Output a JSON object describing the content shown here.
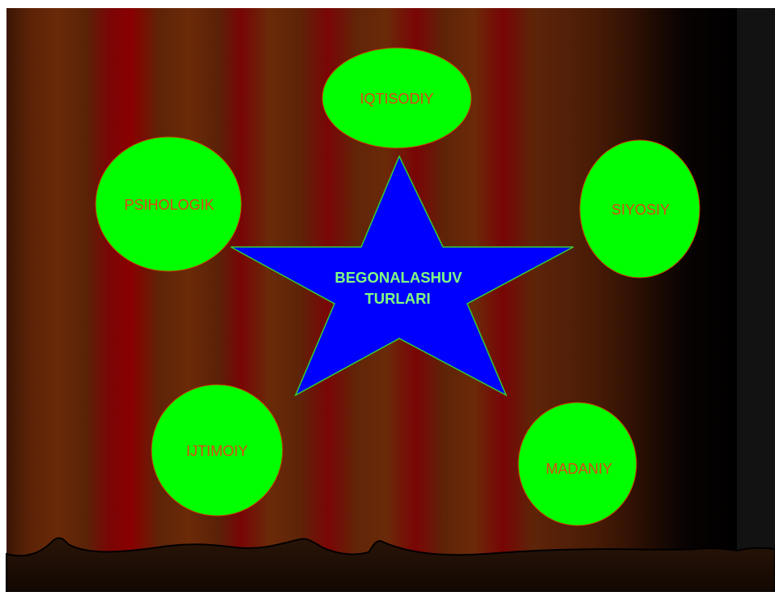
{
  "slide": {
    "center_title_line1": "BEGONALASHUV",
    "center_title_line2": "TURLARI",
    "nodes": [
      {
        "label": "IQTISODIY"
      },
      {
        "label": "PSIHOLOGIK"
      },
      {
        "label": "SIYOSIY"
      },
      {
        "label": "IJTIMOIY"
      },
      {
        "label": "MADANIY"
      }
    ]
  },
  "colors": {
    "curtain_red": "#7a0000",
    "curtain_brown": "#5e2408",
    "node_fill": "#00ff00",
    "node_text": "#e0451a",
    "node_stroke": "#cc3300",
    "star_fill": "#0000ff",
    "star_stroke": "#33cc33",
    "star_text": "#80ff80",
    "floor": "#1a0d04"
  }
}
